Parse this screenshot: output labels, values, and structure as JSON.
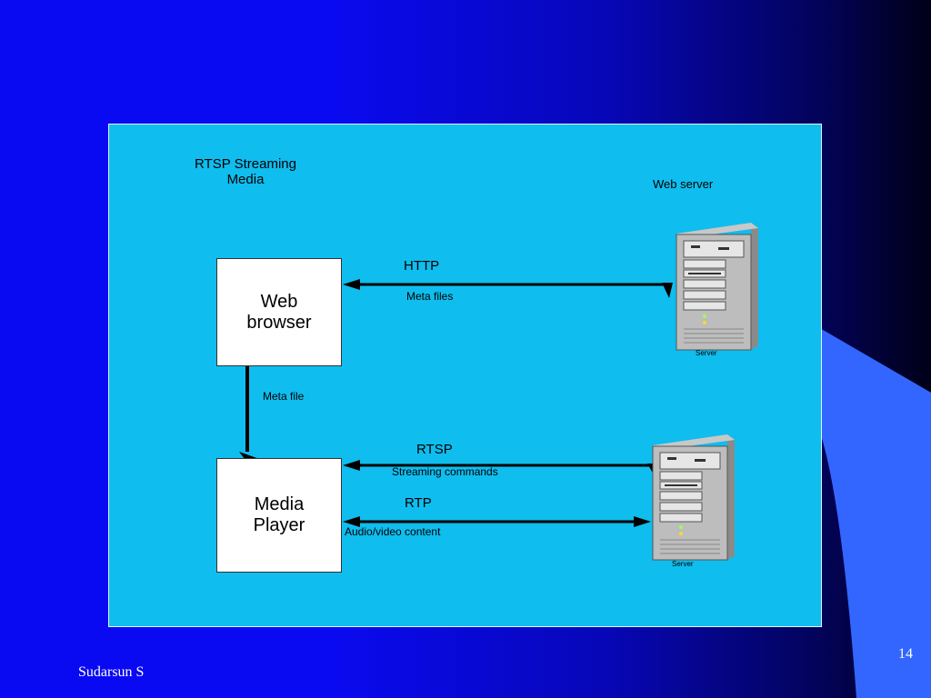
{
  "slide": {
    "author": "Sudarsun S",
    "page_number": "14",
    "colors": {
      "background": "#0a0af2",
      "panel": "#0fbdee",
      "accent_shape": "#3366ff"
    }
  },
  "diagram": {
    "title": "RTSP Streaming\nMedia",
    "web_server_label": "Web server",
    "nodes": {
      "web_browser": "Web\nbrowser",
      "media_player": "Media\nPlayer"
    },
    "servers": [
      {
        "caption": "Server",
        "icon": "server-tower-icon"
      },
      {
        "caption": "Server",
        "icon": "server-tower-icon"
      }
    ],
    "edges": {
      "http": {
        "label": "HTTP",
        "sublabel": "Meta files"
      },
      "meta_file": {
        "label": "Meta file"
      },
      "rtsp": {
        "label": "RTSP",
        "sublabel": "Streaming commands"
      },
      "rtp": {
        "label": "RTP",
        "sublabel": "Audio/video content"
      }
    }
  }
}
